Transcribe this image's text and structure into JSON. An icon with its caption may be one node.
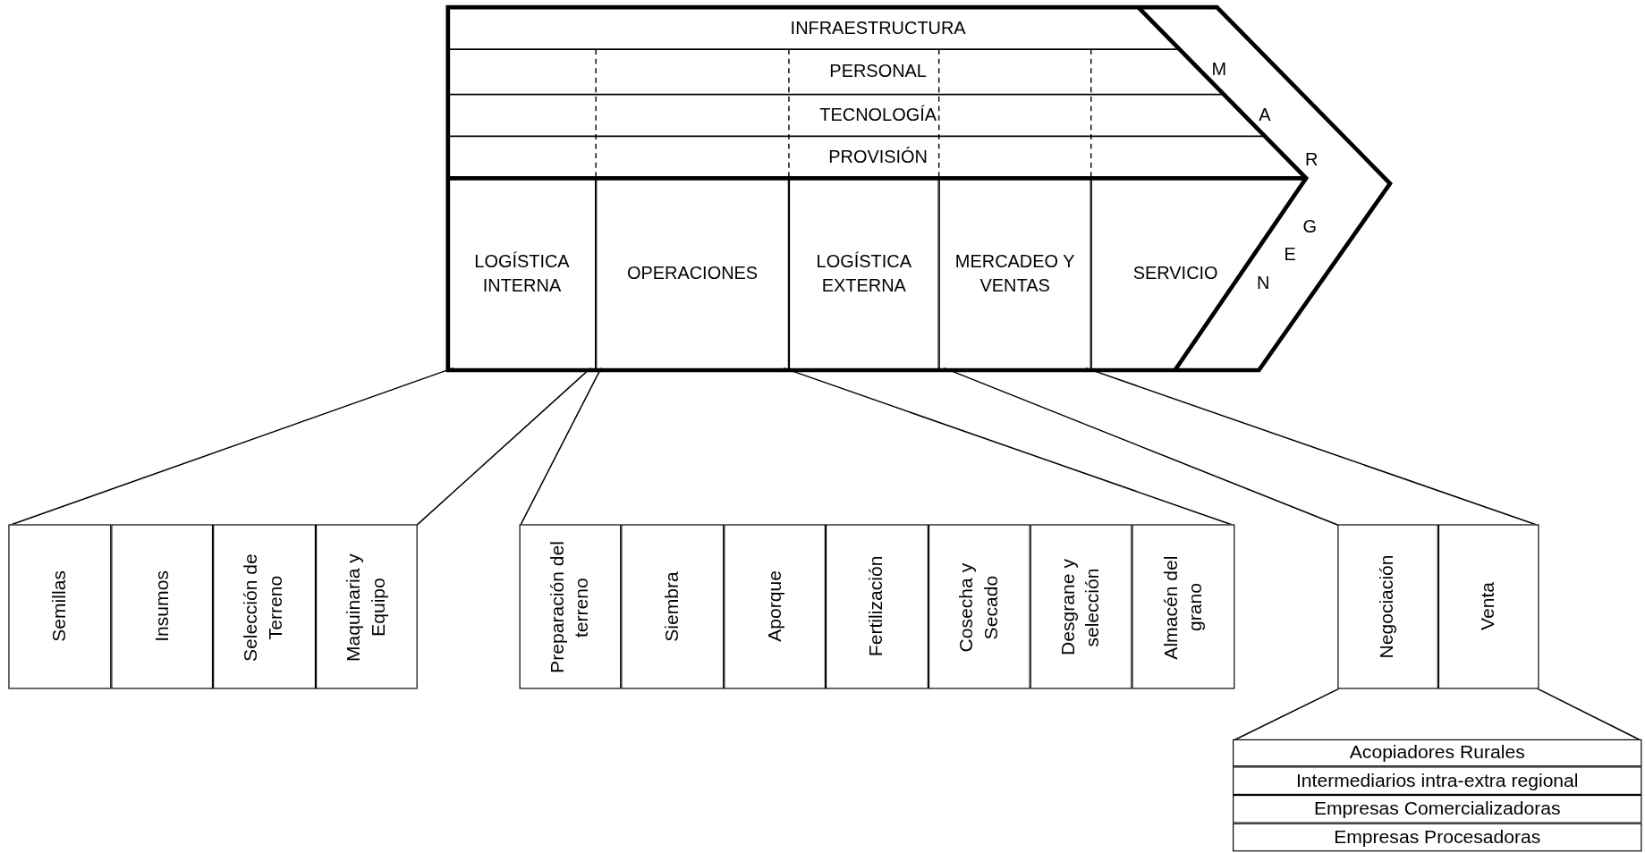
{
  "diagram": {
    "nodes": [
      {
        "text": [
          "INFRAESTRUCTURA"
        ]
      },
      {
        "text": [
          "PERSONAL"
        ]
      },
      {
        "text": [
          "TECNOLOGÍA"
        ]
      },
      {
        "text": [
          "PROVISIÓN"
        ]
      },
      {
        "text": [
          "LOGÍSTICA INTERNA"
        ]
      },
      {
        "text": [
          "OPERACIONES"
        ]
      },
      {
        "text": [
          "LOGÍSTICA EXTERNA"
        ]
      },
      {
        "text": [
          "MERCADEO Y VENTAS"
        ]
      },
      {
        "text": [
          "SERVICIO"
        ]
      },
      {
        "text": [
          "Semillas"
        ]
      },
      {
        "text": [
          "Insumos"
        ]
      },
      {
        "text": [
          "Selección de Terreno"
        ]
      },
      {
        "text": [
          "Maquinaria y Equipo"
        ]
      },
      {
        "text": [
          "Preparación del terreno"
        ]
      },
      {
        "text": [
          "Siembra"
        ]
      },
      {
        "text": [
          "Aporque"
        ]
      },
      {
        "text": [
          "Fertilización"
        ]
      },
      {
        "text": [
          "Cosecha y Secado"
        ]
      },
      {
        "text": [
          "Desgrane y selección"
        ]
      },
      {
        "text": [
          "Almacén del grano"
        ]
      },
      {
        "text": [
          "Negociación"
        ]
      },
      {
        "text": [
          "Venta"
        ]
      },
      {
        "text": [
          "Acopiadores Rurales"
        ]
      },
      {
        "text": [
          "Intermediarios intra-extra regional"
        ]
      },
      {
        "text": [
          "Empresas Comercializadoras"
        ]
      },
      {
        "text": [
          "Empresas Procesadoras"
        ]
      }
    ],
    "edges": [
      {
        "from": 4,
        "to": 9,
        "arrow": "none"
      },
      {
        "from": 4,
        "to": 12,
        "arrow": "none"
      },
      {
        "from": 5,
        "to": 13,
        "arrow": "none"
      },
      {
        "from": 5,
        "to": 19,
        "arrow": "none"
      },
      {
        "from": 7,
        "to": 20,
        "arrow": "none"
      },
      {
        "from": 7,
        "to": 21,
        "arrow": "none"
      },
      {
        "from": 20,
        "to": 22,
        "arrow": "none"
      },
      {
        "from": 21,
        "to": 22,
        "arrow": "none"
      }
    ],
    "labels": [
      "M",
      "A",
      "R",
      "G",
      "E",
      "N"
    ]
  }
}
